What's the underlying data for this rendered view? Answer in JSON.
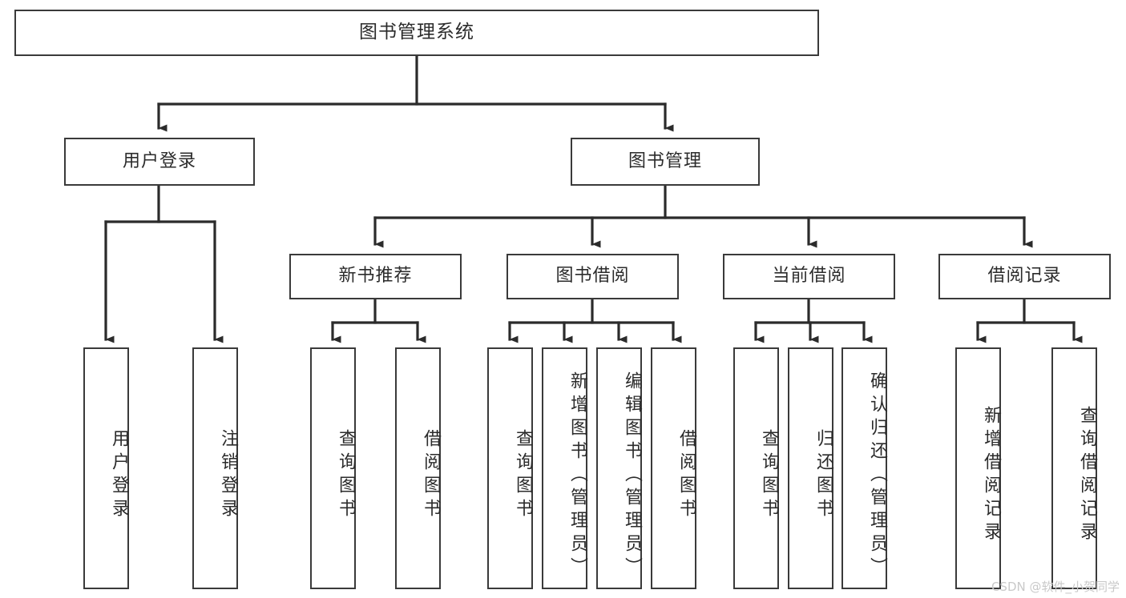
{
  "diagram": {
    "title": "图书管理系统",
    "type": "tree",
    "watermark": "CSDN @软件_小贺同学",
    "colors": {
      "box_stroke": "#3a3a3a",
      "box_fill": "#ffffff",
      "connector": "#2b2b2b",
      "text": "#2b2b2b",
      "watermark": "#c9c9c9",
      "background": "#ffffff"
    },
    "nodes": {
      "root": {
        "label": "图书管理系统"
      },
      "level1": [
        {
          "label": "用户登录"
        },
        {
          "label": "图书管理"
        }
      ],
      "level2": [
        {
          "label": "新书推荐"
        },
        {
          "label": "图书借阅"
        },
        {
          "label": "当前借阅"
        },
        {
          "label": "借阅记录"
        }
      ],
      "leaves": {
        "user_login": [
          {
            "label": "用户登录"
          },
          {
            "label": "注销登录"
          }
        ],
        "new_book": [
          {
            "label": "查询图书"
          },
          {
            "label": "借阅图书"
          }
        ],
        "book_borrow": [
          {
            "label": "查询图书"
          },
          {
            "label": "新增图书（管理员）"
          },
          {
            "label": "编辑图书（管理员）"
          },
          {
            "label": "借阅图书"
          }
        ],
        "current_borrow": [
          {
            "label": "查询图书"
          },
          {
            "label": "归还图书"
          },
          {
            "label": "确认归还（管理员）"
          }
        ],
        "borrow_record": [
          {
            "label": "新增借阅记录"
          },
          {
            "label": "查询借阅记录"
          }
        ]
      }
    }
  }
}
